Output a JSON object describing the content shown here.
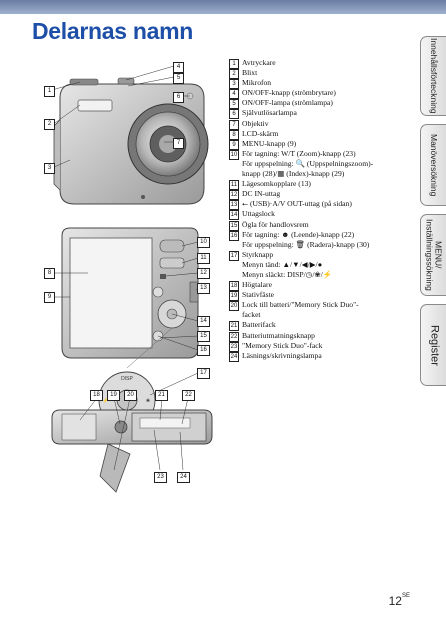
{
  "page": {
    "title": "Delarnas namn",
    "page_number": "12",
    "page_suffix": "SE"
  },
  "side_tabs": [
    {
      "label": "Innehållsförteckning"
    },
    {
      "label": "Manöversökning"
    },
    {
      "label_line1": "MENU/",
      "label_line2": "Inställningssökning"
    },
    {
      "label": "Register"
    }
  ],
  "callouts": {
    "front": [
      "1",
      "2",
      "3",
      "4",
      "5",
      "6",
      "7"
    ],
    "back": [
      "8",
      "9",
      "10",
      "11",
      "12",
      "13",
      "14",
      "15",
      "16",
      "17"
    ],
    "bottom": [
      "18",
      "19",
      "20",
      "21",
      "22",
      "23",
      "24"
    ]
  },
  "parts": [
    {
      "num": "1",
      "lines": [
        "Avtryckare"
      ]
    },
    {
      "num": "2",
      "lines": [
        "Blixt"
      ]
    },
    {
      "num": "3",
      "lines": [
        "Mikrofon"
      ]
    },
    {
      "num": "4",
      "lines": [
        "ON/OFF-knapp (strömbrytare)"
      ]
    },
    {
      "num": "5",
      "lines": [
        "ON/OFF-lampa (strömlampa)"
      ]
    },
    {
      "num": "6",
      "lines": [
        "Självutlösarlampa"
      ]
    },
    {
      "num": "7",
      "lines": [
        "Objektiv"
      ]
    },
    {
      "num": "8",
      "lines": [
        "LCD-skärm"
      ]
    },
    {
      "num": "9",
      "lines": [
        "MENU-knapp (9)"
      ]
    },
    {
      "num": "10",
      "lines": [
        "För tagning: W/T (Zoom)-knapp (23)",
        "För uppspelning: 🔍 (Uppspelningszoom)-",
        "knapp (28)/▦ (Index)-knapp (29)"
      ]
    },
    {
      "num": "11",
      "lines": [
        "Lägesomkopplare (13)"
      ]
    },
    {
      "num": "12",
      "lines": [
        "DC IN-uttag"
      ]
    },
    {
      "num": "13",
      "lines": [
        "⭠ (USB)·A/V OUT-uttag (på sidan)"
      ]
    },
    {
      "num": "14",
      "lines": [
        "Uttagslock"
      ]
    },
    {
      "num": "15",
      "lines": [
        "Ögla för handlovsrem"
      ]
    },
    {
      "num": "16",
      "lines": [
        "För tagning: ☻ (Leende)-knapp (22)",
        "För uppspelning: 🗑 (Radera)-knapp (30)"
      ]
    },
    {
      "num": "17",
      "lines": [
        "Styrknapp",
        "Menyn tänd: ▲/▼/◀/▶/●",
        "Menyn släckt: DISP/◷/❀/⚡"
      ]
    },
    {
      "num": "18",
      "lines": [
        "Högtalare"
      ]
    },
    {
      "num": "19",
      "lines": [
        "Stativfäste"
      ]
    },
    {
      "num": "20",
      "lines": [
        "Lock till batteri/\"Memory Stick Duo\"-",
        "facket"
      ]
    },
    {
      "num": "21",
      "lines": [
        "Batterifack"
      ]
    },
    {
      "num": "22",
      "lines": [
        "Batteriutmatningsknapp"
      ]
    },
    {
      "num": "23",
      "lines": [
        "\"Memory Stick Duo\"-fack"
      ]
    },
    {
      "num": "24",
      "lines": [
        "Läsnings/skrivningslampa"
      ]
    }
  ]
}
